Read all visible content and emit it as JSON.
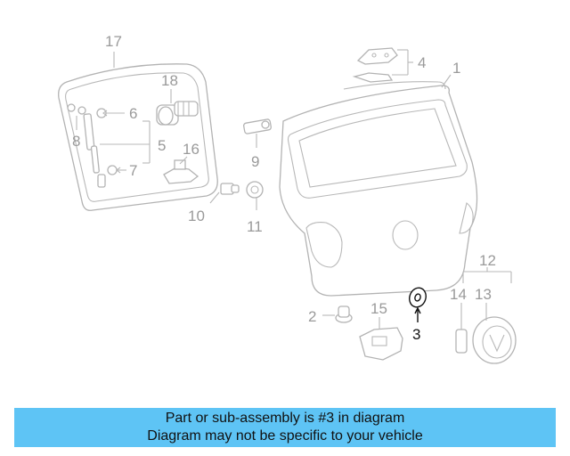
{
  "labels": {
    "p1": "1",
    "p2": "2",
    "p3": "3",
    "p4": "4",
    "p5": "5",
    "p6": "6",
    "p7": "7",
    "p8": "8",
    "p9": "9",
    "p10": "10",
    "p11": "11",
    "p12": "12",
    "p13": "13",
    "p14": "14",
    "p15": "15",
    "p16": "16",
    "p17": "17",
    "p18": "18"
  },
  "highlighted_part": "3",
  "banner": {
    "line1": "Part or sub-assembly is #3 in diagram",
    "line2": "Diagram may not be specific to your vehicle"
  },
  "colors": {
    "banner_bg": "#5ec4f5",
    "part_line": "#b3b3b3",
    "highlight": "#111111"
  }
}
